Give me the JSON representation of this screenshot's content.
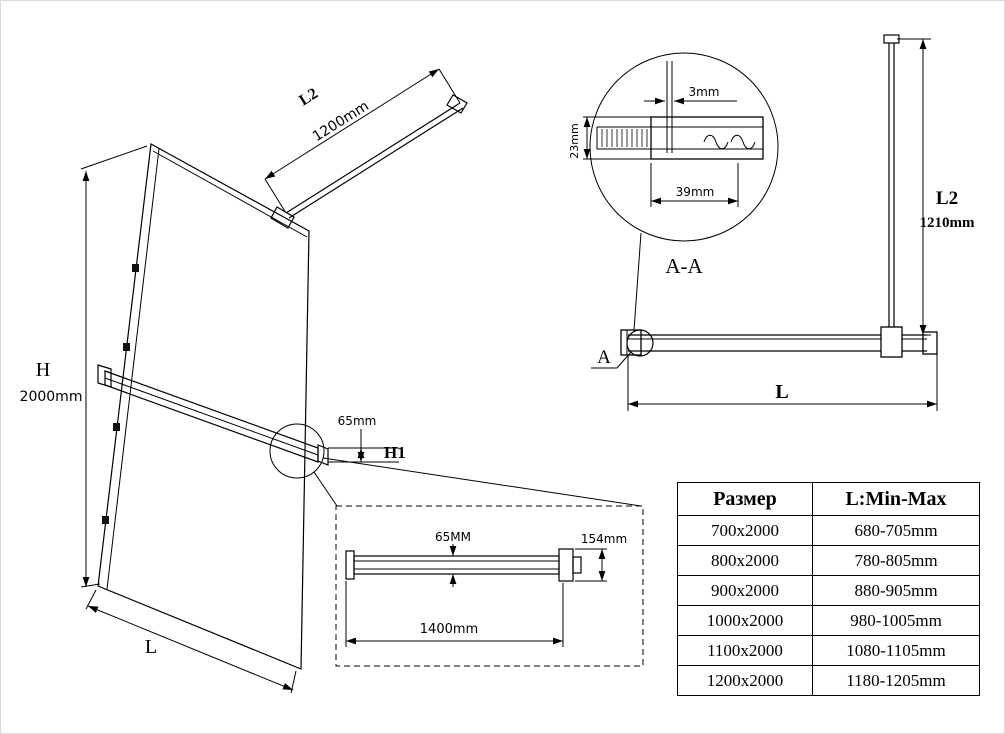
{
  "iso_view": {
    "height_label": "H",
    "height_value": "2000mm",
    "width_label": "L",
    "bar_label": "L2",
    "bar_value": "1200mm",
    "shelf_height_value": "65mm",
    "shelf_height_label": "H1"
  },
  "section_detail": {
    "title": "A-A",
    "gap_dim": "3mm",
    "profile_height_dim": "23mm",
    "clamp_length_dim": "39mm"
  },
  "top_view": {
    "section_marker": "A",
    "bar_label": "L2",
    "bar_value": "1210mm",
    "width_label": "L"
  },
  "shelf_detail": {
    "profile_dim": "65MM",
    "bracket_dim": "154mm",
    "length_dim": "1400mm"
  },
  "size_table": {
    "headers": [
      "Размер",
      "L:Min-Max"
    ],
    "rows": [
      [
        "700x2000",
        "680-705mm"
      ],
      [
        "800x2000",
        "780-805mm"
      ],
      [
        "900x2000",
        "880-905mm"
      ],
      [
        "1000x2000",
        "980-1005mm"
      ],
      [
        "1100x2000",
        "1080-1105mm"
      ],
      [
        "1200x2000",
        "1180-1205mm"
      ]
    ]
  }
}
